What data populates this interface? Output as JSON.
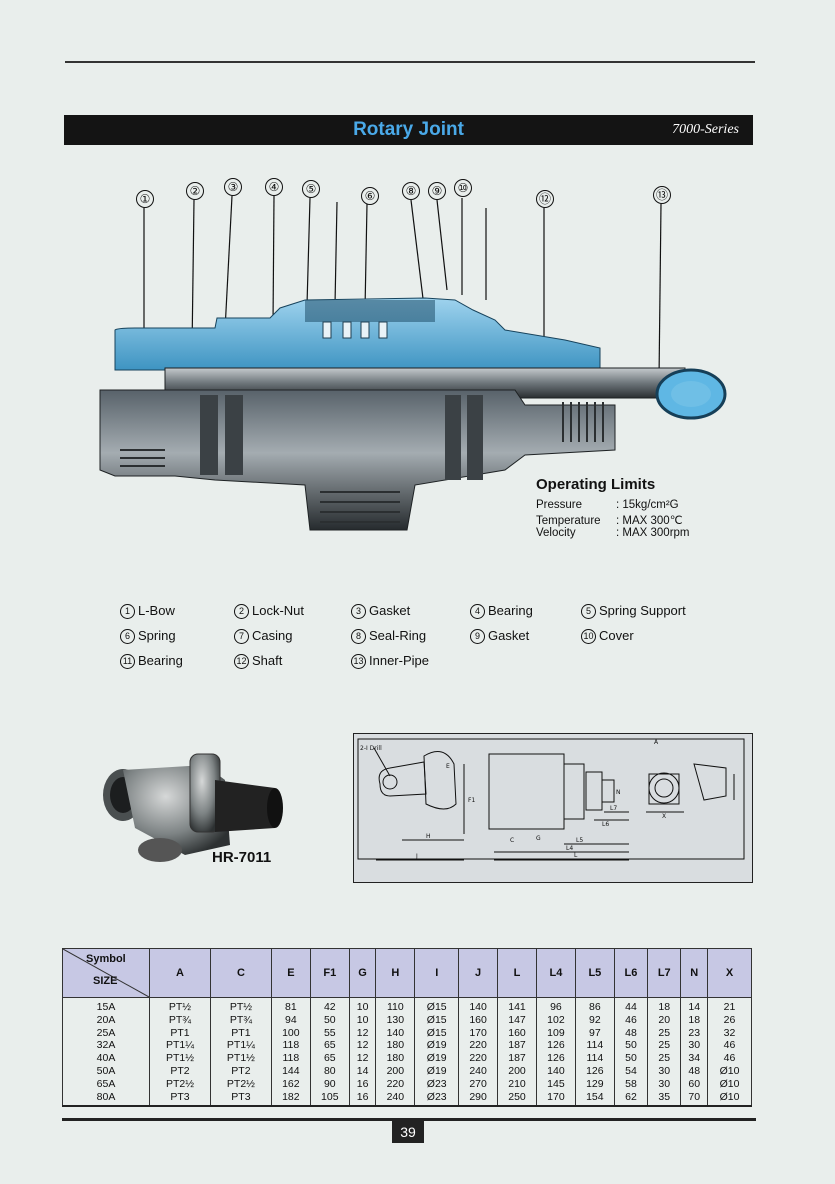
{
  "header": {
    "title": "Rotary Joint",
    "series": "7000-Series"
  },
  "callouts": [
    "①",
    "②",
    "③",
    "④",
    "⑤",
    "⑥",
    "⑧",
    "⑨",
    "⑩",
    "⑫",
    "⑬"
  ],
  "operating_limits": {
    "title": "Operating Limits",
    "rows": [
      {
        "label": "Pressure",
        "value": ": 15kg/cm²G"
      },
      {
        "label": "Temperature",
        "value": ": MAX 300℃"
      },
      {
        "label": "Velocity",
        "value": ": MAX 300rpm"
      }
    ]
  },
  "parts": [
    {
      "num": "1",
      "name": "L-Bow"
    },
    {
      "num": "2",
      "name": "Lock-Nut"
    },
    {
      "num": "3",
      "name": "Gasket"
    },
    {
      "num": "4",
      "name": "Bearing"
    },
    {
      "num": "5",
      "name": "Spring Support"
    },
    {
      "num": "6",
      "name": "Spring"
    },
    {
      "num": "7",
      "name": "Casing"
    },
    {
      "num": "8",
      "name": "Seal-Ring"
    },
    {
      "num": "9",
      "name": "Gasket"
    },
    {
      "num": "10",
      "name": "Cover"
    },
    {
      "num": "11",
      "name": "Bearing"
    },
    {
      "num": "12",
      "name": "Shaft"
    },
    {
      "num": "13",
      "name": "Inner-Pipe"
    }
  ],
  "photo_model": "HR-7011",
  "drawing_labels": {
    "drill": "2-I Drill",
    "a": "A",
    "n": "N",
    "f1": "F1",
    "h": "H",
    "j": "J",
    "c": "C",
    "g": "G",
    "l": "L",
    "l4": "L4",
    "l5": "L5",
    "l6": "L6",
    "l7": "L7",
    "x": "X",
    "e": "E"
  },
  "table": {
    "symbol_label": "Symbol",
    "size_label": "SIZE",
    "columns": [
      "A",
      "C",
      "E",
      "F1",
      "G",
      "H",
      "I",
      "J",
      "L",
      "L4",
      "L5",
      "L6",
      "L7",
      "N",
      "X"
    ],
    "rows": [
      [
        "15A",
        "PT½",
        "PT½",
        "81",
        "42",
        "10",
        "110",
        "Ø15",
        "140",
        "141",
        "96",
        "86",
        "44",
        "18",
        "14",
        "21"
      ],
      [
        "20A",
        "PT¾",
        "PT¾",
        "94",
        "50",
        "10",
        "130",
        "Ø15",
        "160",
        "147",
        "102",
        "92",
        "46",
        "20",
        "18",
        "26"
      ],
      [
        "25A",
        "PT1",
        "PT1",
        "100",
        "55",
        "12",
        "140",
        "Ø15",
        "170",
        "160",
        "109",
        "97",
        "48",
        "25",
        "23",
        "32"
      ],
      [
        "32A",
        "PT1¼",
        "PT1¼",
        "118",
        "65",
        "12",
        "180",
        "Ø19",
        "220",
        "187",
        "126",
        "114",
        "50",
        "25",
        "30",
        "46"
      ],
      [
        "40A",
        "PT1½",
        "PT1½",
        "118",
        "65",
        "12",
        "180",
        "Ø19",
        "220",
        "187",
        "126",
        "114",
        "50",
        "25",
        "34",
        "46"
      ],
      [
        "50A",
        "PT2",
        "PT2",
        "144",
        "80",
        "14",
        "200",
        "Ø19",
        "240",
        "200",
        "140",
        "126",
        "54",
        "30",
        "48",
        "Ø10"
      ],
      [
        "65A",
        "PT2½",
        "PT2½",
        "162",
        "90",
        "16",
        "220",
        "Ø23",
        "270",
        "210",
        "145",
        "129",
        "58",
        "30",
        "60",
        "Ø10"
      ],
      [
        "80A",
        "PT3",
        "PT3",
        "182",
        "105",
        "16",
        "240",
        "Ø23",
        "290",
        "250",
        "170",
        "154",
        "62",
        "35",
        "70",
        "Ø10"
      ]
    ]
  },
  "page_number": "39"
}
